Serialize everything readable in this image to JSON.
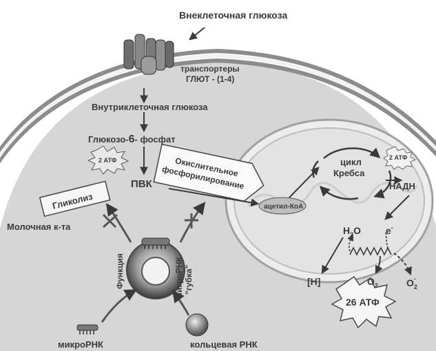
{
  "labels": {
    "extracellular_glucose": "Внеклеточная глюкоза",
    "transporters_line1": "транспортеры",
    "transporters_line2": "ГЛЮТ - (1-4)",
    "intracellular_glucose": "Внутриклеточная глюкоза",
    "glucose6p_a": "Глюкозо-",
    "glucose6p_b": "6",
    "glucose6p_c": "- фосфат",
    "atp_glycolysis": "2 АТФ",
    "pvk": "ПВК",
    "glycolysis": "Гликолиз",
    "lactic_acid": "Молочная к-та",
    "oxphos_line1": "Окислительное",
    "oxphos_line2": "фосфорилирование",
    "acetyl_coa": "ацетил-КоА",
    "krebs_line1": "цикл",
    "krebs_line2": "Кребса",
    "atp_krebs": "2 АТФ",
    "nadh": "НАДН",
    "h2o_h": "H",
    "h2o_2": "2",
    "h2o_o": "O",
    "electron": "e",
    "electron_sup": "-",
    "h_bracket": "[H]",
    "o2_o": "O",
    "o2_2": "2",
    "o2rad_o": "O",
    "o2rad_2": "2",
    "o2rad_minus": "-",
    "atp_26": "26 АТФ",
    "function_label": "Функция",
    "sponge_line1": "микроРНК",
    "sponge_line2": "\"губка\"",
    "mirna_bottom": "микроРНК",
    "circ_rna": "кольцевая РНК"
  },
  "colors": {
    "background": "#ffffff",
    "ink": "#3a3a3a",
    "membrane": "#9a9a9a",
    "mitochondrion_fill": "#e4e4e4",
    "cell_interior": "#d6d6d6"
  },
  "icons": {
    "transporter": "glut-transporter-icon",
    "circular_rna": "circular-rna-ring-icon",
    "mirna": "mirna-comb-icon",
    "atp_burst": "starburst-icon"
  }
}
